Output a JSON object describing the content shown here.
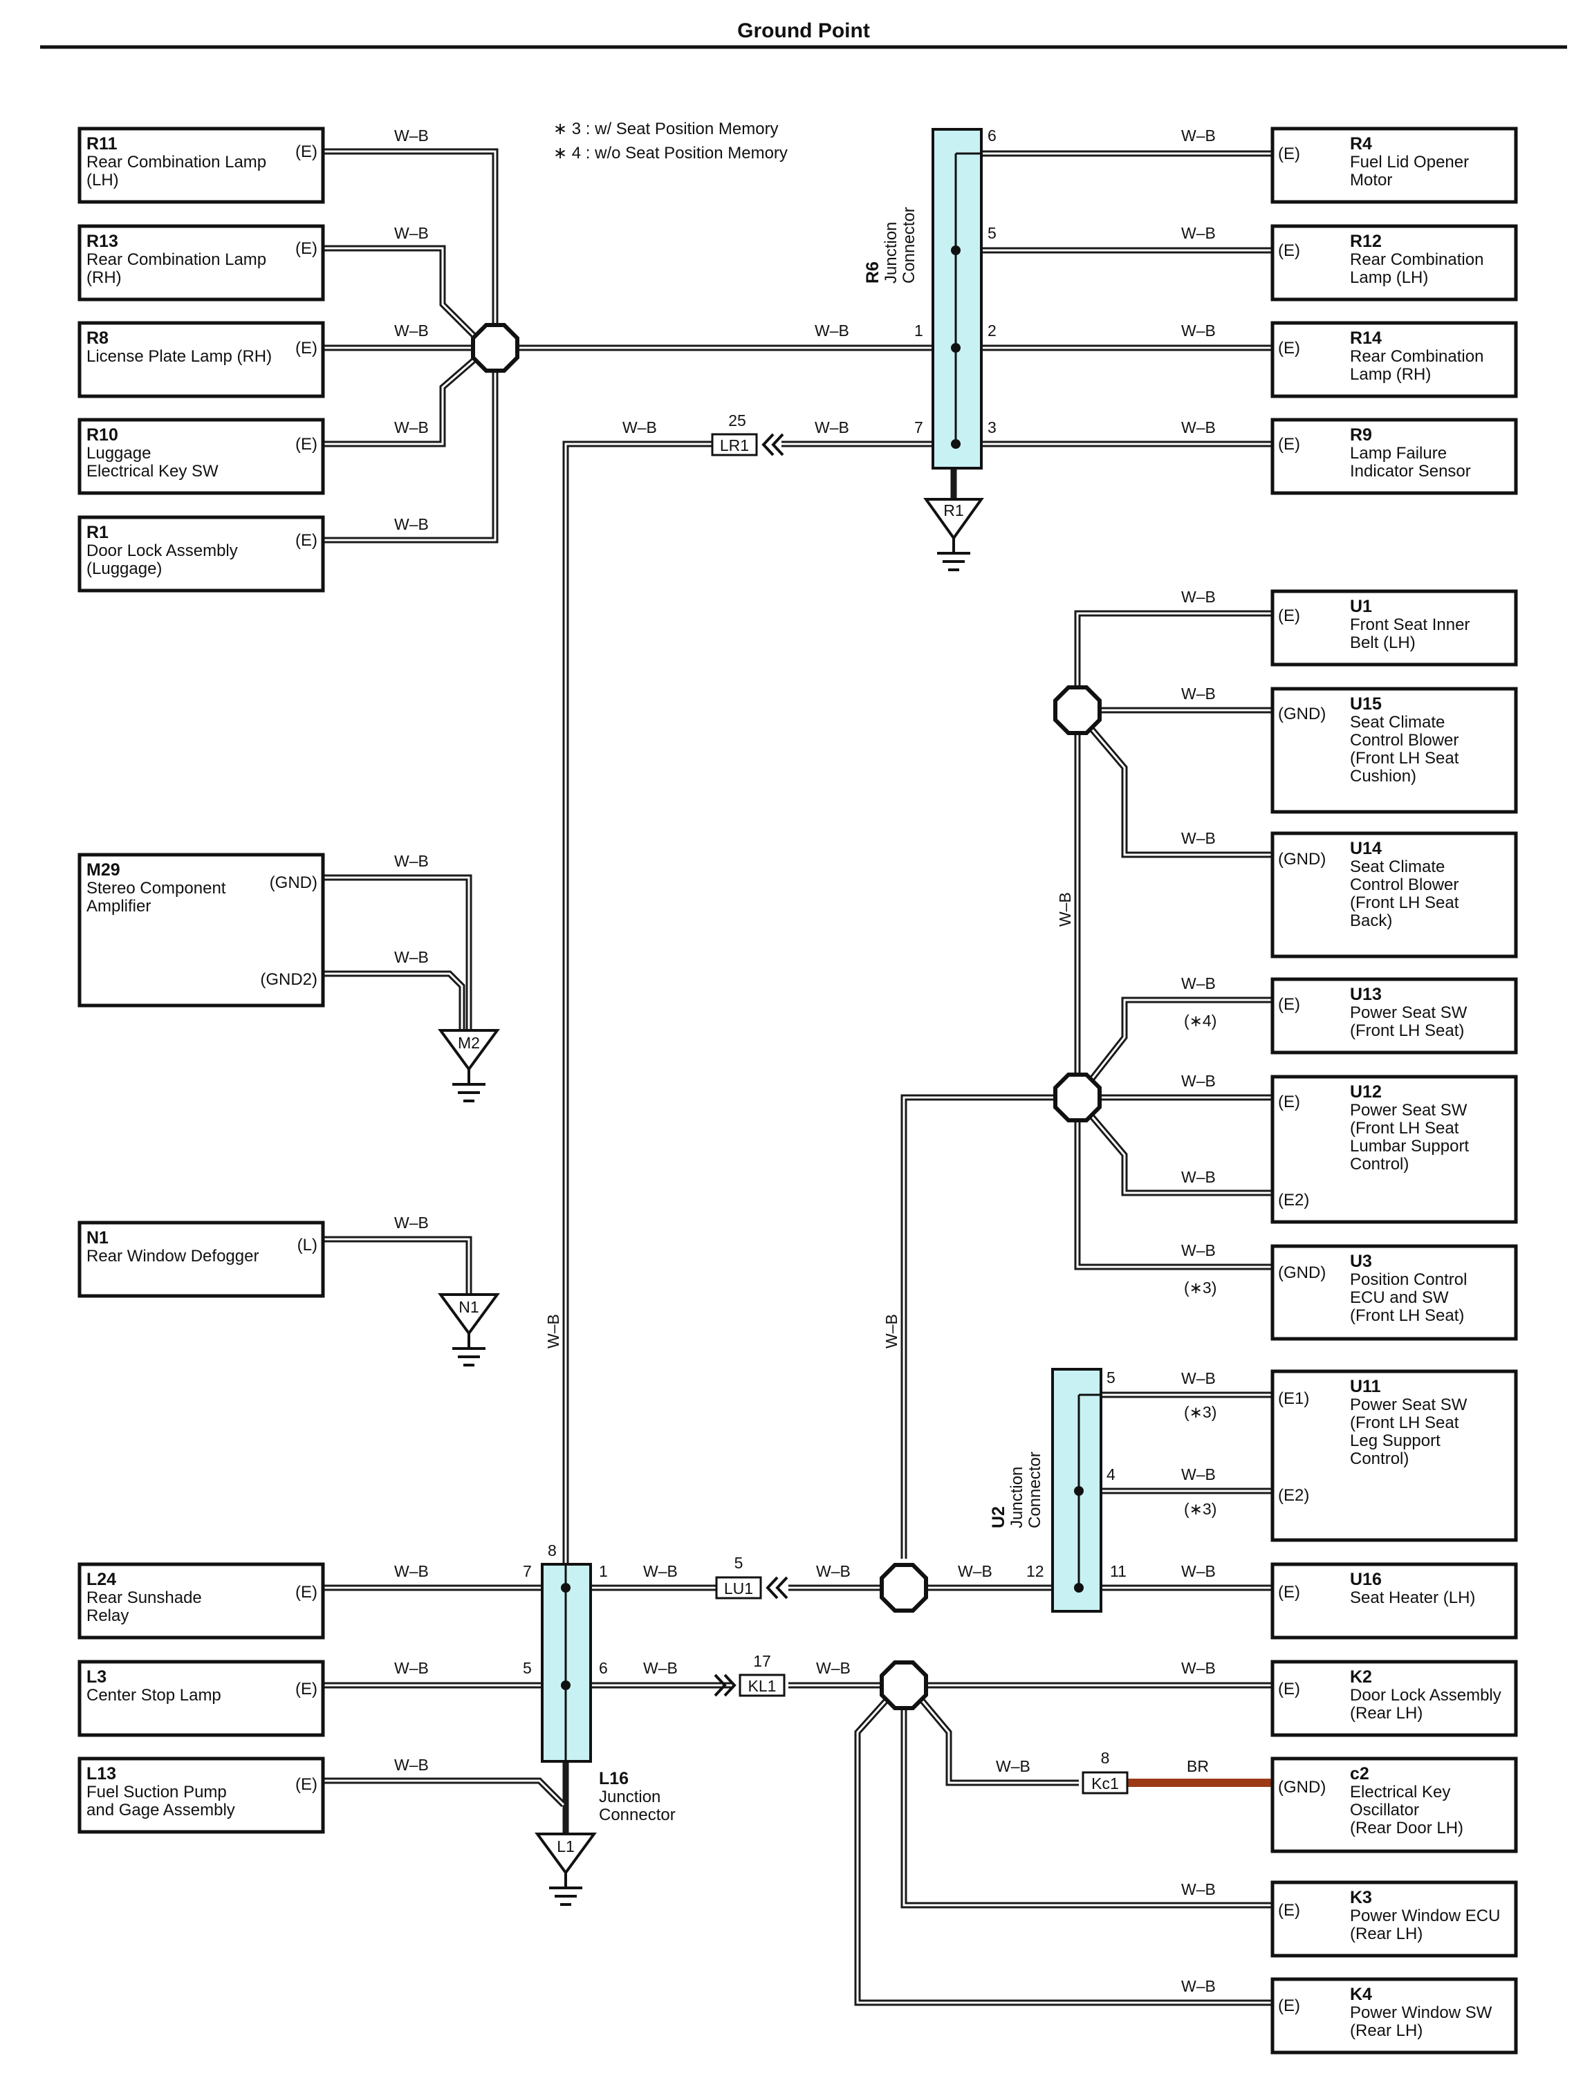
{
  "title": "Ground Point",
  "wire_color": "W–B",
  "brown_wire_color": "BR",
  "notes": [
    "∗ 3 : w/ Seat Position Memory",
    "∗ 4 : w/o Seat Position Memory"
  ],
  "left_components": [
    {
      "id": "R11",
      "name": [
        "Rear Combination Lamp",
        "(LH)"
      ],
      "terminal": "(E)"
    },
    {
      "id": "R13",
      "name": [
        "Rear Combination Lamp",
        "(RH)"
      ],
      "terminal": "(E)"
    },
    {
      "id": "R8",
      "name": [
        "License Plate Lamp (RH)"
      ],
      "terminal": "(E)"
    },
    {
      "id": "R10",
      "name": [
        "Luggage",
        "Electrical Key SW"
      ],
      "terminal": "(E)"
    },
    {
      "id": "R1",
      "name": [
        "Door Lock Assembly",
        "(Luggage)"
      ],
      "terminal": "(E)"
    },
    {
      "id": "M29",
      "name": [
        "Stereo Component",
        "Amplifier"
      ],
      "terminal": "(GND)",
      "terminal2": "(GND2)"
    },
    {
      "id": "N1",
      "name": [
        "Rear Window Defogger"
      ],
      "terminal": "(L)"
    },
    {
      "id": "L24",
      "name": [
        "Rear Sunshade",
        "Relay"
      ],
      "terminal": "(E)"
    },
    {
      "id": "L3",
      "name": [
        "Center Stop Lamp"
      ],
      "terminal": "(E)"
    },
    {
      "id": "L13",
      "name": [
        "Fuel Suction Pump",
        "and Gage Assembly"
      ],
      "terminal": "(E)"
    }
  ],
  "right_components": [
    {
      "id": "R4",
      "name": [
        "Fuel Lid Opener",
        "Motor"
      ],
      "terminal": "(E)"
    },
    {
      "id": "R12",
      "name": [
        "Rear Combination",
        "Lamp (LH)"
      ],
      "terminal": "(E)"
    },
    {
      "id": "R14",
      "name": [
        "Rear Combination",
        "Lamp (RH)"
      ],
      "terminal": "(E)"
    },
    {
      "id": "R9",
      "name": [
        "Lamp Failure",
        "Indicator Sensor"
      ],
      "terminal": "(E)"
    },
    {
      "id": "U1",
      "name": [
        "Front Seat Inner",
        "Belt (LH)"
      ],
      "terminal": "(E)"
    },
    {
      "id": "U15",
      "name": [
        "Seat Climate",
        "Control Blower",
        "(Front LH Seat",
        " Cushion)"
      ],
      "terminal": "(GND)"
    },
    {
      "id": "U14",
      "name": [
        "Seat Climate",
        "Control Blower",
        "(Front LH Seat",
        " Back)"
      ],
      "terminal": "(GND)"
    },
    {
      "id": "U13",
      "name": [
        "Power Seat SW",
        "(Front LH Seat)"
      ],
      "terminal": "(E)",
      "note": "(∗4)"
    },
    {
      "id": "U12",
      "name": [
        "Power Seat SW",
        "(Front LH Seat",
        " Lumbar Support",
        " Control)"
      ],
      "terminal": "(E)",
      "terminal2": "(E2)"
    },
    {
      "id": "U3",
      "name": [
        "Position Control",
        "ECU and SW",
        "(Front LH Seat)"
      ],
      "terminal": "(GND)",
      "note": "(∗3)"
    },
    {
      "id": "U11",
      "name": [
        "Power Seat SW",
        "(Front LH Seat",
        " Leg Support",
        " Control)"
      ],
      "terminal": "(E1)",
      "terminal2": "(E2)",
      "note": "(∗3)",
      "note2": "(∗3)"
    },
    {
      "id": "U16",
      "name": [
        "Seat Heater (LH)"
      ],
      "terminal": "(E)"
    },
    {
      "id": "K2",
      "name": [
        "Door Lock Assembly",
        "(Rear LH)"
      ],
      "terminal": "(E)"
    },
    {
      "id": "c2",
      "name": [
        "Electrical Key",
        "Oscillator",
        "(Rear Door LH)"
      ],
      "terminal": "(GND)"
    },
    {
      "id": "K3",
      "name": [
        "Power Window ECU",
        "(Rear LH)"
      ],
      "terminal": "(E)"
    },
    {
      "id": "K4",
      "name": [
        "Power Window SW",
        "(Rear LH)"
      ],
      "terminal": "(E)"
    }
  ],
  "junction_connectors": [
    {
      "id": "R6",
      "label": "Junction",
      "label2": "Connector",
      "pins": [
        "6",
        "5",
        "1",
        "2",
        "7",
        "3"
      ]
    },
    {
      "id": "U2",
      "label": "Junction",
      "label2": "Connector",
      "pins": [
        "5",
        "4",
        "12",
        "11"
      ]
    },
    {
      "id": "L16",
      "label": "Junction",
      "label2": "Connector",
      "pins": [
        "8",
        "7",
        "1",
        "5",
        "6"
      ]
    }
  ],
  "inline_connectors": [
    {
      "id": "LR1",
      "pin": "25"
    },
    {
      "id": "LU1",
      "pin": "5"
    },
    {
      "id": "KL1",
      "pin": "17"
    },
    {
      "id": "Kc1",
      "pin": "8"
    }
  ],
  "ground_points": [
    "R1",
    "M2",
    "N1",
    "L1"
  ]
}
